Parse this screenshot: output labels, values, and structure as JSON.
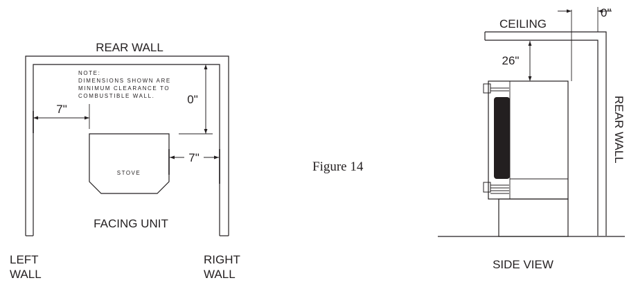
{
  "top_view": {
    "rear_wall_label": "REAR WALL",
    "note_lines": [
      "NOTE:",
      "DIMENSIONS SHOWN ARE",
      "MINIMUM CLEARANCE TO",
      "COMBUSTIBLE WALL."
    ],
    "left_clearance": "7\"",
    "rear_clearance": "0\"",
    "right_clearance": "7\"",
    "stove_label": "STOVE",
    "facing_label": "FACING UNIT",
    "left_wall_label": [
      "LEFT",
      "WALL"
    ],
    "right_wall_label": [
      "RIGHT",
      "WALL"
    ]
  },
  "figure_caption": "Figure 14",
  "side_view": {
    "ceiling_label": "CEILING",
    "rear_clearance": "0\"",
    "ceiling_clearance": "26\"",
    "rear_wall_label": "REAR WALL",
    "view_label": "SIDE VIEW"
  },
  "colors": {
    "ink": "#231f20",
    "panel": "#231f20",
    "background": "#ffffff"
  }
}
